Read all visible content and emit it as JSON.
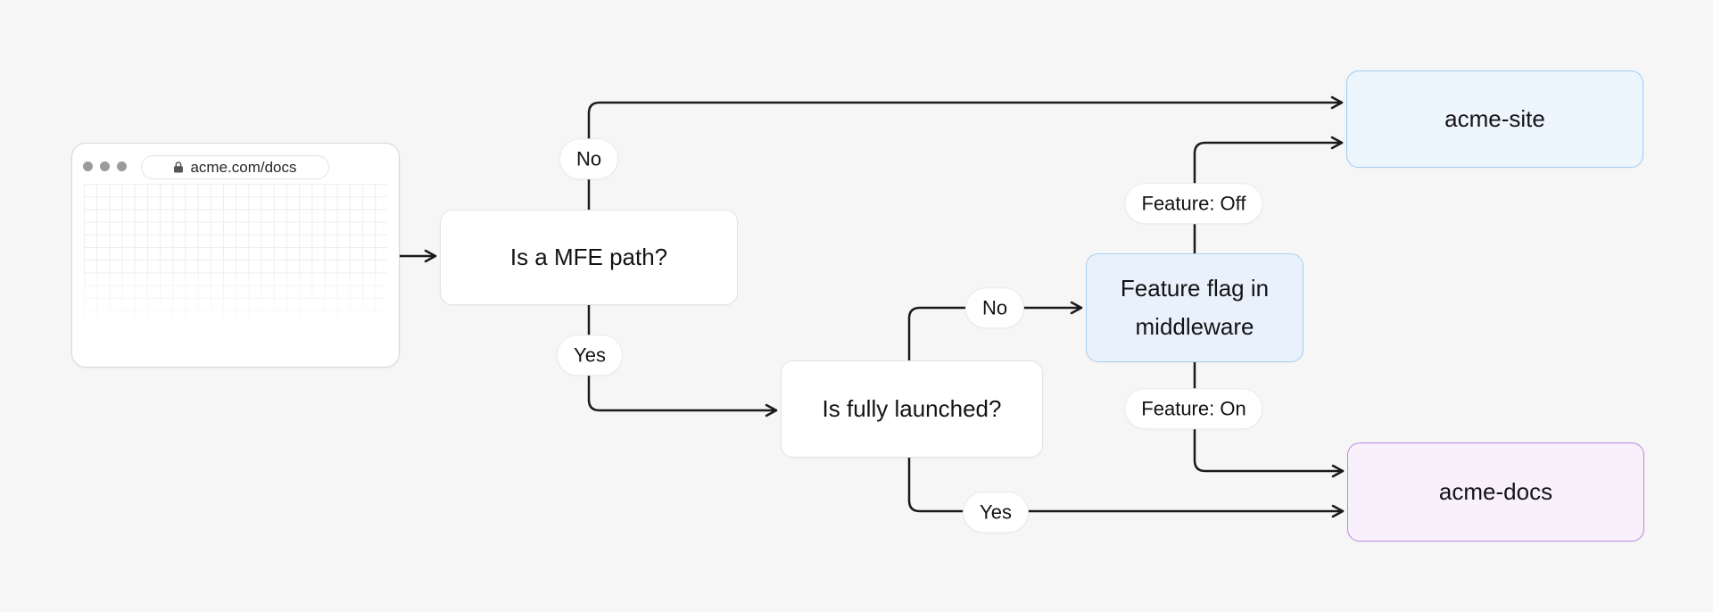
{
  "canvas": {
    "background_color": "#f6f6f7",
    "connector_color": "#1a1a1c"
  },
  "browser_window": {
    "url": "acme.com/docs"
  },
  "nodes": {
    "mfe_question": {
      "label": "Is a MFE path?"
    },
    "launched_question": {
      "label": "Is fully launched?"
    },
    "feature_flag": {
      "label": "Feature flag in middleware",
      "fill_color": "#e9f2fc",
      "border_color": "#a6d1f4"
    },
    "acme_site": {
      "label": "acme-site",
      "fill_color": "#edf5fd",
      "border_color": "#9fccf3"
    },
    "acme_docs": {
      "label": "acme-docs",
      "fill_color": "#f8f1fc",
      "border_color": "#b988de"
    }
  },
  "edge_labels": {
    "mfe_no": "No",
    "mfe_yes": "Yes",
    "launched_no": "No",
    "launched_yes": "Yes",
    "feature_off": "Feature: Off",
    "feature_on": "Feature: On"
  }
}
